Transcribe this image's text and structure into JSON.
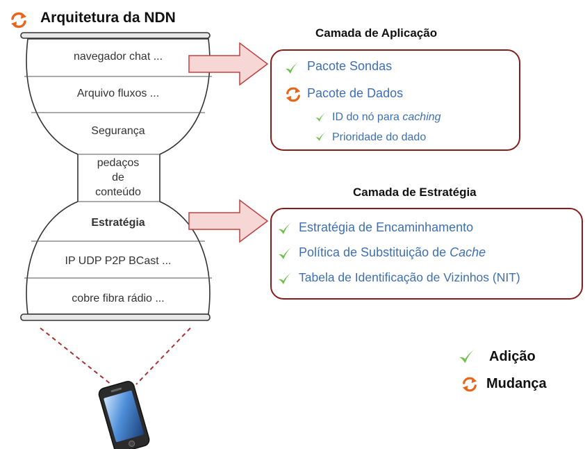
{
  "title": "Arquitetura da NDN",
  "hourglass": {
    "layers": [
      {
        "label": "navegador  chat  ..."
      },
      {
        "label": "Arquivo  fluxos  ..."
      },
      {
        "label": "Segurança"
      },
      {
        "label": "Estratégia"
      },
      {
        "label": "IP  UDP  P2P  BCast  ..."
      },
      {
        "label": "cobre  fibra  rádio ..."
      }
    ],
    "waist": [
      "pedaços",
      "de",
      "conteúdo"
    ]
  },
  "application_layer": {
    "title": "Camada de Aplicação",
    "items": [
      {
        "text": "Pacote Sondas",
        "kind": "addition"
      },
      {
        "text": "Pacote de Dados",
        "kind": "change"
      },
      {
        "text_prefix": "ID do nó para ",
        "text_italic": "caching",
        "kind": "addition"
      },
      {
        "text": "Prioridade do dado",
        "kind": "addition"
      }
    ]
  },
  "strategy_layer": {
    "title": "Camada de Estratégia",
    "items": [
      {
        "text": "Estratégia de Encaminhamento",
        "kind": "addition"
      },
      {
        "text_prefix": "Política de Substituição de ",
        "text_italic": "Cache",
        "kind": "addition"
      },
      {
        "text": "Tabela de Identificação de Vizinhos (NIT)",
        "kind": "addition"
      }
    ]
  },
  "legend": {
    "addition": "Adição",
    "change": "Mudança"
  },
  "colors": {
    "panel_border": "#8b1a1a",
    "item_text": "#3e6fb3",
    "check": "#6cc04a",
    "change": "#e8661a",
    "arrow_fill": "#f7d6d6",
    "arrow_stroke": "#c04040"
  }
}
